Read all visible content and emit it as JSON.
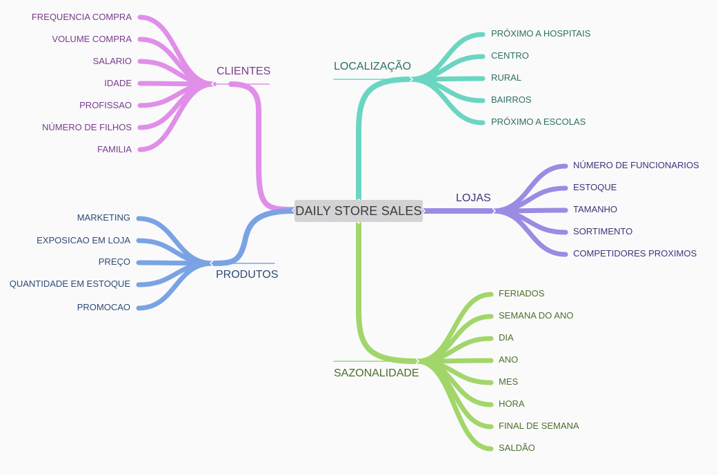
{
  "center": {
    "label": "DAILY STORE SALES"
  },
  "branches": {
    "clientes": {
      "label": "CLIENTES",
      "color": "#e08fe8",
      "text_color": "#7a3b8a",
      "items": [
        "FREQUENCIA COMPRA",
        "VOLUME COMPRA",
        "SALARIO",
        "IDADE",
        "PROFISSAO",
        "NÚMERO DE FILHOS",
        "FAMILIA"
      ]
    },
    "produtos": {
      "label": "PRODUTOS",
      "color": "#7aa3e4",
      "text_color": "#2f4a73",
      "items": [
        "MARKETING",
        "EXPOSICAO EM LOJA",
        "PREÇO",
        "QUANTIDADE EM ESTOQUE",
        "PROMOCAO"
      ]
    },
    "localizacao": {
      "label": "LOCALIZAÇÃO",
      "color": "#6ad6c2",
      "text_color": "#2f6e62",
      "items": [
        "PRÓXIMO A HOSPITAIS",
        "CENTRO",
        "RURAL",
        "BAIRROS",
        "PRÓXIMO A ESCOLAS"
      ]
    },
    "lojas": {
      "label": "LOJAS",
      "color": "#9b8be3",
      "text_color": "#3d3478",
      "items": [
        "NÚMERO DE FUNCIONARIOS",
        "ESTOQUE",
        "TAMANHO",
        "SORTIMENTO",
        "COMPETIDORES PROXIMOS"
      ]
    },
    "sazonalidade": {
      "label": "SAZONALIDADE",
      "color": "#a2d66a",
      "text_color": "#4c6e2a",
      "items": [
        "FERIADOS",
        "SEMANA DO ANO",
        "DIA",
        "ANO",
        "MES",
        "HORA",
        "FINAL DE SEMANA",
        "SALDÃO"
      ]
    }
  }
}
